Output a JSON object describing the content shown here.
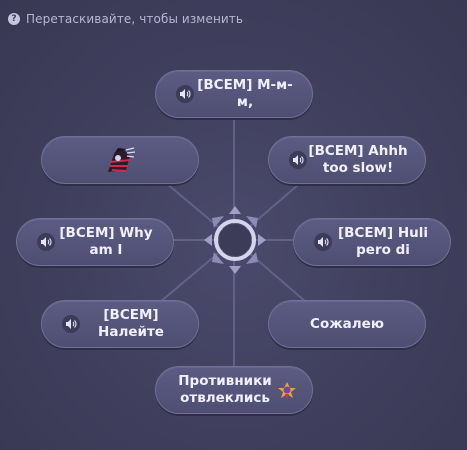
{
  "hint": {
    "icon": "question-icon",
    "text": "Перетаскивайте, чтобы изменить"
  },
  "wheel": {
    "top": {
      "label": "[ВСЕМ] М-м-м,",
      "icon": "speaker-icon"
    },
    "upper_left": {
      "label": "",
      "icon": "sticker-image"
    },
    "upper_right": {
      "label": "[ВСЕМ] Ahhh too slow!",
      "icon": "speaker-icon"
    },
    "mid_left": {
      "label": "[ВСЕМ] Why am I",
      "icon": "speaker-icon"
    },
    "mid_right": {
      "label": "[ВСЕМ] Huli pero di",
      "icon": "speaker-icon"
    },
    "lower_left": {
      "label": "[ВСЕМ] Налейте",
      "icon": "speaker-icon"
    },
    "lower_right": {
      "label": "Сожалею",
      "icon": ""
    },
    "bottom": {
      "label": "Противники отвлеклись",
      "icon": "emote-icon"
    }
  },
  "colors": {
    "background": "#403f5d",
    "pill": "#56557a",
    "pill_border": "#716f97",
    "text": "#f1efff",
    "hint_text": "#b9b6d3",
    "hub": "#a29fc6"
  }
}
